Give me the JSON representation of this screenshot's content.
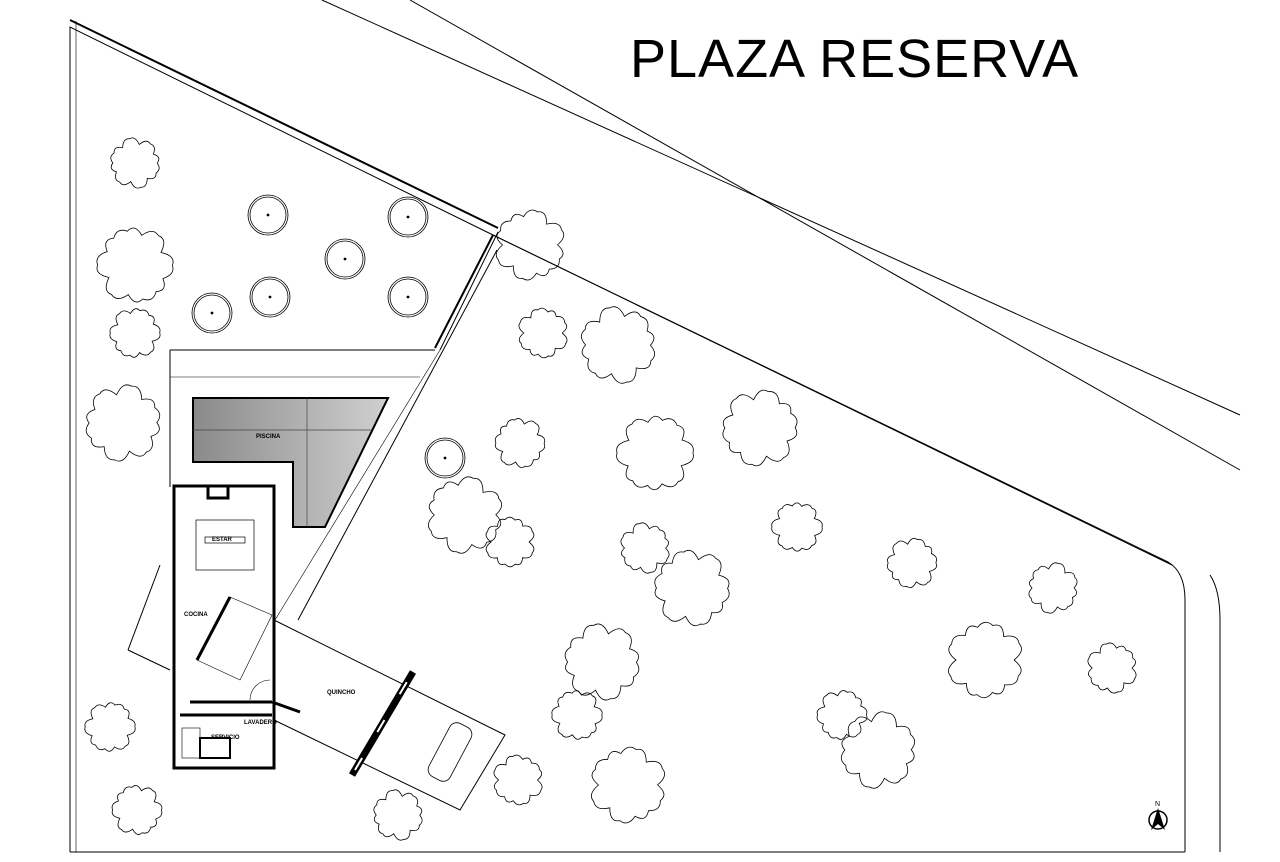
{
  "title": "PLAZA RESERVA",
  "rooms": {
    "pool": "PISCINA",
    "living": "ESTAR",
    "kitchen": "COCINA",
    "quincho": "QUINCHO",
    "laundry": "LAVADERO",
    "service": "SERVICIO"
  },
  "north_arrow": "N",
  "colors": {
    "line": "#000000",
    "pool": "#9a9a9a",
    "background": "#ffffff"
  }
}
